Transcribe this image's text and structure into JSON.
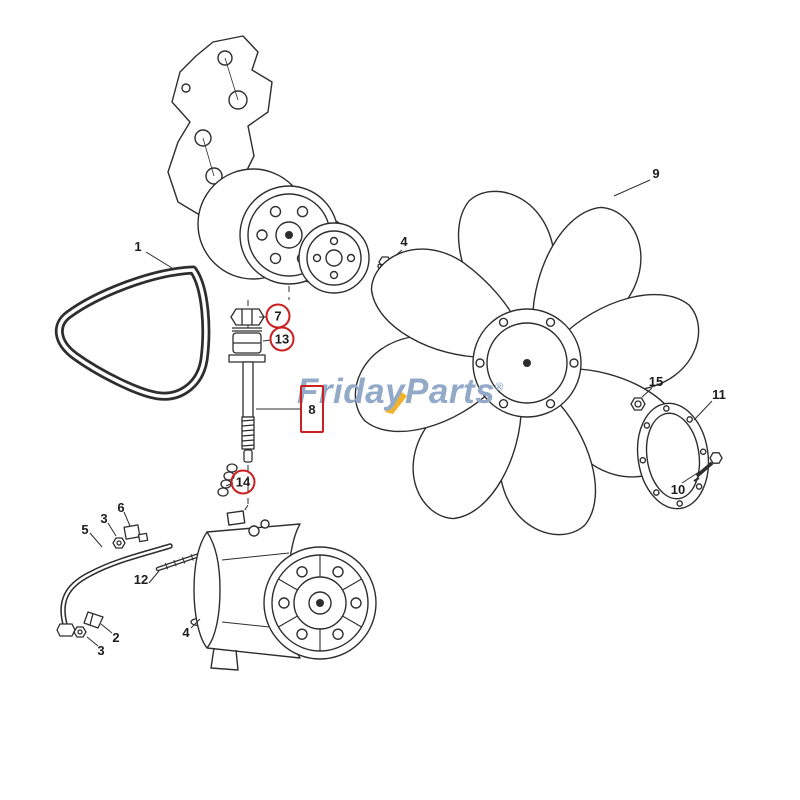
{
  "page": {
    "kind": "exploded-parts-diagram"
  },
  "watermark": {
    "brand_first": "Friday",
    "brand_second": "Parts",
    "registered_mark": "®"
  },
  "colors": {
    "highlight": "#cc1f1f",
    "line": "#2e2e2e",
    "watermark_text": "#93a9c8",
    "watermark_swoosh": "#f1b32a",
    "background": "#ffffff"
  },
  "callouts": [
    {
      "id": "1",
      "label": "1",
      "highlight": "none"
    },
    {
      "id": "7",
      "label": "7",
      "highlight": "circle"
    },
    {
      "id": "13",
      "label": "13",
      "highlight": "circle"
    },
    {
      "id": "8",
      "label": "8",
      "highlight": "rect"
    },
    {
      "id": "14",
      "label": "14",
      "highlight": "circle"
    },
    {
      "id": "9",
      "label": "9",
      "highlight": "none"
    },
    {
      "id": "4-fan-bolt",
      "label": "4",
      "highlight": "none"
    },
    {
      "id": "15",
      "label": "15",
      "highlight": "none"
    },
    {
      "id": "11",
      "label": "11",
      "highlight": "none"
    },
    {
      "id": "10",
      "label": "10",
      "highlight": "none"
    },
    {
      "id": "5",
      "label": "5",
      "highlight": "none"
    },
    {
      "id": "6",
      "label": "6",
      "highlight": "none"
    },
    {
      "id": "3-upper",
      "label": "3",
      "highlight": "none"
    },
    {
      "id": "12",
      "label": "12",
      "highlight": "none"
    },
    {
      "id": "2",
      "label": "2",
      "highlight": "none"
    },
    {
      "id": "3-lower",
      "label": "3",
      "highlight": "none"
    },
    {
      "id": "4-compressor-bolt",
      "label": "4",
      "highlight": "none"
    }
  ]
}
